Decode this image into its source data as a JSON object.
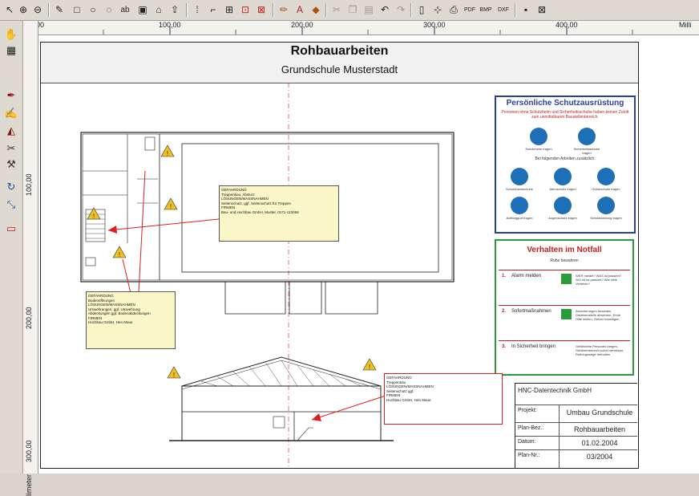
{
  "ruler": {
    "h_ticks": [
      "100,00",
      "200,00",
      "300,00",
      "400,00"
    ],
    "h_unit": "Milli",
    "v_ticks": [
      "100,00",
      "200,00",
      "300,00"
    ],
    "v_unit": "limeter"
  },
  "sheet": {
    "title": "Rohbauarbeiten",
    "subtitle": "Grundschule Musterstadt"
  },
  "ppe": {
    "title": "Persönliche Schutzausrüstung",
    "subtitle": "Personen ohne Schutzhelm und Sicherheitsschuhe haben keinen Zutritt zum unmittelbaren Baustellenbereich.",
    "section2": "Bei folgenden Arbeiten zusätzlich:",
    "items_top": [
      "Schutzhelm tragen",
      "Sicherheitsschuhe tragen"
    ],
    "items_mid": [
      "Schutzhandschuhe",
      "Atemschutz tragen",
      "Gehörschutz tragen"
    ],
    "items_bot": [
      "Auffanggurt tragen",
      "Augenschutz tragen",
      "Schutzkleidung tragen"
    ]
  },
  "notfall": {
    "title": "Verhalten im Notfall",
    "subtitle": "Ruhe bewahren",
    "rows": [
      {
        "num": "1.",
        "label": "Alarm melden",
        "text": "WER meldet? WAS ist passiert? WO ist es passiert? Wie viele Verletzte?"
      },
      {
        "num": "2.",
        "label": "Sofortmaßnahmen",
        "text": "Absicherungen beachten, Gefahrenstelle absichern, Erste Hilfe leisten, Gefahr beseitigen"
      },
      {
        "num": "3.",
        "label": "In Sicherheit bringen",
        "text": "Gefährdete Personen bergen, Gefahrenbereich sofort verlassen, Rettungswege freihalten"
      }
    ]
  },
  "notes": {
    "note1": [
      "GEFAHRDUNG",
      "Treppenbau, Absturz",
      "LÖSUNGEN/MASSNAHMEN",
      "Seitenschutz, ggf. Seitenschutz für Treppen",
      "FIRMEN",
      "Bau- und Hochbau GmbH, Muster, 0171-123456"
    ],
    "note2": [
      "GEFAHRDUNG",
      "Bodenöffnungen",
      "LÖSUNGEN/MASSNAHMEN",
      "Umwehrungen, ggf. Umwehrung",
      "Abdeckungen ggf. Bodenabdeckungen",
      "FIRMEN",
      "Hochbau GmbH, Hen Maue"
    ],
    "note3": [
      "GEFAHRDUNG",
      "Treppenbau",
      "LÖSUNGEN/MASSNAHMEN",
      "Seitenschutz ggf.",
      "FIRMEN",
      "Hochbau GmbH, Hen Maue"
    ]
  },
  "info": {
    "company": "HNC-Datentechnik GmbH",
    "projekt_label": "Projekt:",
    "projekt": "Umbau Grundschule",
    "planbez_label": "Plan-Bez.:",
    "planbez": "Rohbauarbeiten",
    "datum_label": "Datum:",
    "datum": "01.02.2004",
    "plannr_label": "Plan-Nr.:",
    "plannr": "03/2004"
  },
  "colors": {
    "ppe_border": "#2a3f9a",
    "notfall_border": "#2a9a3a",
    "warning": "#f0c020",
    "arrow": "#e02020"
  },
  "icons": {
    "toolbar": [
      "pointer-icon",
      "zoom-in-icon",
      "zoom-out-icon",
      "pen-icon",
      "rectangle-icon",
      "ellipse-icon",
      "freeform-icon",
      "text-icon",
      "camera-icon",
      "symbol-icon",
      "export-icon",
      "grid-icon",
      "snap-icon",
      "align-icon",
      "select-icon",
      "pencil-icon",
      "text-color-icon",
      "fill-icon",
      "cut-icon",
      "copy-icon",
      "paste-icon",
      "undo-icon",
      "redo-icon",
      "new-page-icon",
      "fit-icon",
      "print-icon",
      "export-bmp-icon",
      "export-dxf-icon",
      "save-icon",
      "close-icon"
    ],
    "left": [
      "hand-icon",
      "layers-icon",
      "pen-red-icon",
      "pen-brush-icon",
      "shape-icon",
      "cut-tool-icon",
      "dimension-icon",
      "rotate-icon",
      "resize-icon",
      "comment-icon"
    ]
  }
}
